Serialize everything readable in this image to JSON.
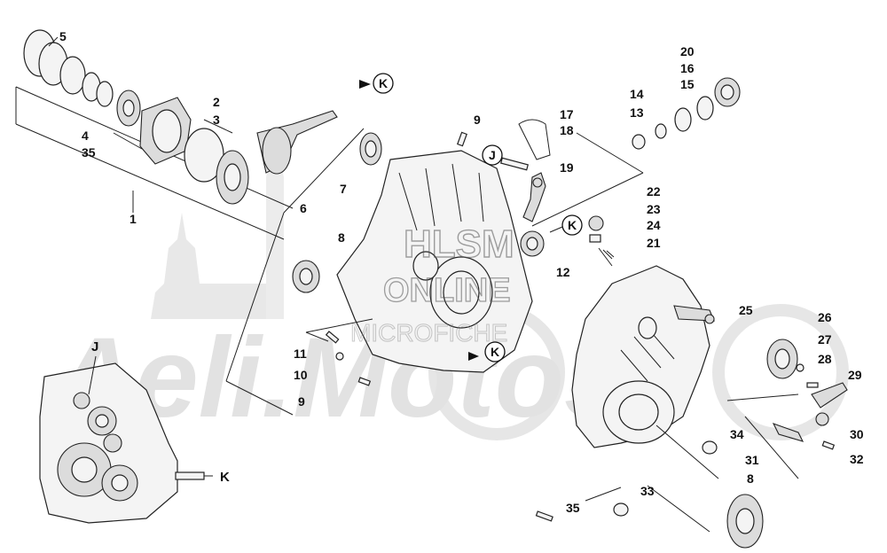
{
  "watermark": {
    "line1": "HLSM",
    "line2": "ONLINE",
    "line3": "MICROFICHE",
    "background_brand": "Aeli.Motos"
  },
  "callouts": {
    "n1": "1",
    "n2": "2",
    "n3": "3",
    "n4": "4",
    "n5": "5",
    "n6": "6",
    "n7": "7",
    "n8a": "8",
    "n8b": "8",
    "n9a": "9",
    "n9b": "9",
    "n10": "10",
    "n11": "11",
    "n12": "12",
    "n13": "13",
    "n14": "14",
    "n15": "15",
    "n16": "16",
    "n17": "17",
    "n18": "18",
    "n19": "19",
    "n20": "20",
    "n21": "21",
    "n22": "22",
    "n23": "23",
    "n24": "24",
    "n25": "25",
    "n26": "26",
    "n27": "27",
    "n28": "28",
    "n29": "29",
    "n30": "30",
    "n31": "31",
    "n32": "32",
    "n33": "33",
    "n34": "34",
    "n35a": "35",
    "n35b": "35"
  },
  "markers": {
    "k_top": "K",
    "k_mid": "K",
    "k_low": "K",
    "j_mid": "J",
    "j_inset": "J",
    "k_inset": "K"
  },
  "colors": {
    "ink": "#222222",
    "watermark": "#555555",
    "background_logo": "#e2e2e2"
  }
}
